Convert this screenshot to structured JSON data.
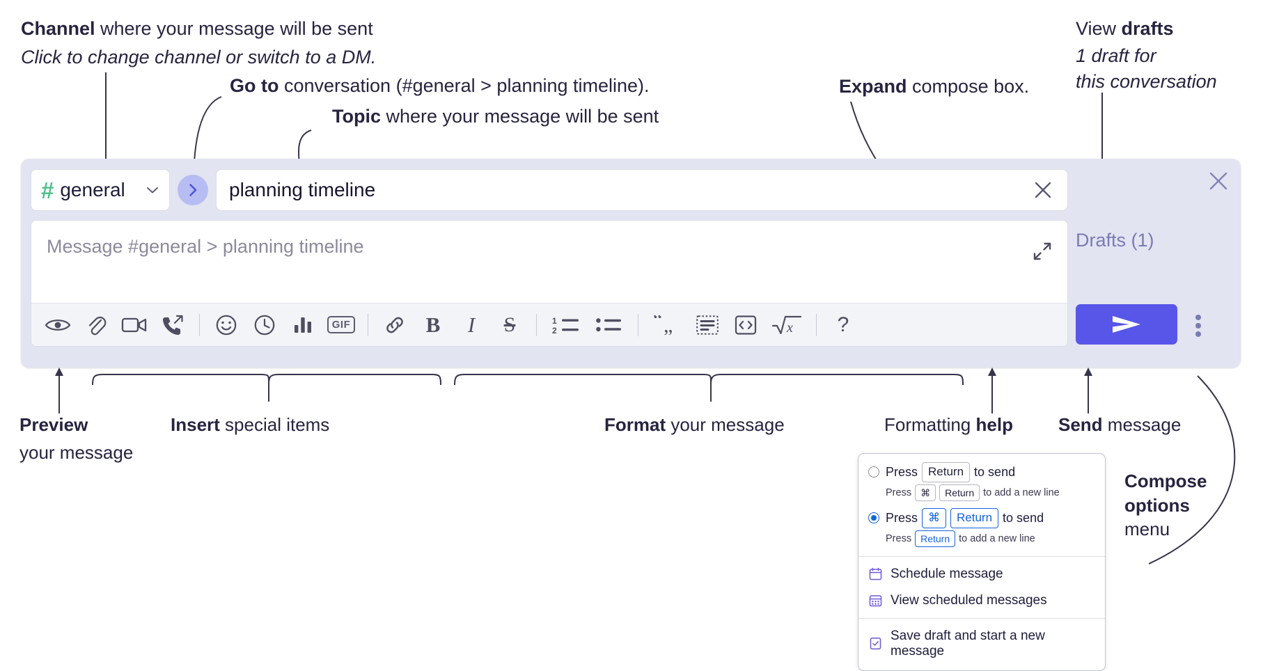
{
  "annotations": {
    "channel": {
      "bold": "Channel",
      "rest": " where your message will be sent",
      "italic": "Click to change channel or switch to a DM."
    },
    "goto": {
      "bold": "Go to",
      "rest": " conversation (#general > planning timeline)."
    },
    "topic": {
      "bold": "Topic",
      "rest": " where your message will be sent"
    },
    "expand": {
      "bold": "Expand",
      "rest": " compose box."
    },
    "drafts": {
      "plain": "View ",
      "bold": "drafts",
      "italic1": "1 draft for",
      "italic2": "this conversation"
    },
    "preview": {
      "bold": "Preview",
      "rest": "your message"
    },
    "insert": {
      "bold": "Insert",
      "rest": " special items"
    },
    "format": {
      "bold": "Format",
      "rest": " your message"
    },
    "formatting_help": {
      "plain": "Formatting ",
      "bold": "help"
    },
    "send": {
      "bold": "Send",
      "rest": " message"
    },
    "compose_options": {
      "bold1": "Compose",
      "bold2": "options",
      "rest": "menu"
    }
  },
  "compose": {
    "channel": {
      "icon": "hash-icon",
      "name": "general",
      "chevron": "chevron-down-icon"
    },
    "goto_button": {
      "icon": "chevron-right-icon"
    },
    "topic": {
      "value": "planning timeline",
      "clear_icon": "close-icon"
    },
    "message": {
      "placeholder": "Message #general > planning timeline",
      "value": "",
      "expand_icon": "expand-icon"
    },
    "drafts_label": "Drafts (1)",
    "send_button": {
      "icon": "send-icon"
    },
    "options_button": {
      "icon": "kebab-menu-icon"
    },
    "close_button": {
      "icon": "close-icon"
    },
    "toolbar": [
      {
        "name": "preview-button",
        "icon": "eye-icon"
      },
      {
        "name": "attach-button",
        "icon": "paperclip-icon"
      },
      {
        "name": "video-clip-button",
        "icon": "video-camera-icon"
      },
      {
        "name": "audio-clip-button",
        "icon": "phone-forward-icon"
      },
      {
        "name": "separator-1",
        "icon": "divider"
      },
      {
        "name": "emoji-button",
        "icon": "smiley-icon"
      },
      {
        "name": "schedule-button",
        "icon": "clock-icon"
      },
      {
        "name": "poll-button",
        "icon": "bar-chart-icon"
      },
      {
        "name": "gif-button",
        "icon": "gif-icon",
        "label": "GIF"
      },
      {
        "name": "separator-2",
        "icon": "divider"
      },
      {
        "name": "link-button",
        "icon": "link-icon"
      },
      {
        "name": "bold-button",
        "icon": "bold-icon",
        "label": "B"
      },
      {
        "name": "italic-button",
        "icon": "italic-icon",
        "label": "I"
      },
      {
        "name": "strikethrough-button",
        "icon": "strikethrough-icon",
        "label": "S"
      },
      {
        "name": "separator-3",
        "icon": "divider"
      },
      {
        "name": "ordered-list-button",
        "icon": "ordered-list-icon"
      },
      {
        "name": "bulleted-list-button",
        "icon": "bulleted-list-icon"
      },
      {
        "name": "separator-4",
        "icon": "divider"
      },
      {
        "name": "blockquote-button",
        "icon": "quote-icon"
      },
      {
        "name": "code-block-button",
        "icon": "code-block-icon"
      },
      {
        "name": "code-button",
        "icon": "code-inline-icon"
      },
      {
        "name": "math-button",
        "icon": "square-root-x-icon"
      },
      {
        "name": "separator-5",
        "icon": "divider"
      },
      {
        "name": "formatting-help-button",
        "icon": "question-mark-icon",
        "label": "?"
      }
    ]
  },
  "options_menu": {
    "send_options": [
      {
        "selected": false,
        "main": {
          "pre": "Press",
          "keys": [
            "Return"
          ],
          "post": "to send"
        },
        "sub": {
          "pre": "Press",
          "keys": [
            "⌘",
            "Return"
          ],
          "post": "to add a new line"
        }
      },
      {
        "selected": true,
        "main": {
          "pre": "Press",
          "keys": [
            "⌘",
            "Return"
          ],
          "post": "to send"
        },
        "sub": {
          "pre": "Press",
          "keys": [
            "Return"
          ],
          "post": "to add a new line"
        }
      }
    ],
    "items": [
      {
        "label": "Schedule message",
        "icon": "calendar-icon"
      },
      {
        "label": "View scheduled messages",
        "icon": "calendar-grid-icon"
      },
      {
        "label": "Save draft and start a new message",
        "icon": "document-check-icon"
      }
    ]
  },
  "colors": {
    "panel": "#e2e4f1",
    "accent": "#5856e8",
    "hash_green": "#4ec08b",
    "drafts_purple": "#7a7bb5",
    "menu_icon_purple": "#6e58d6",
    "radio_blue": "#1264dd"
  }
}
